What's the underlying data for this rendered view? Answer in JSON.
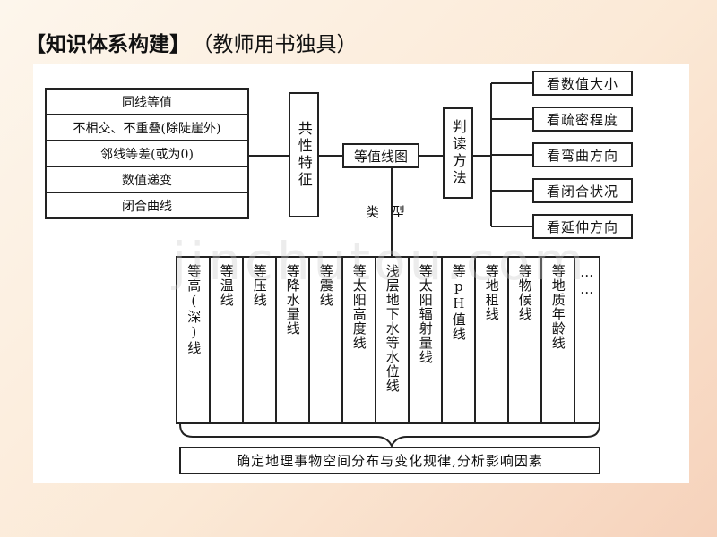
{
  "title": {
    "main": "【知识体系构建】",
    "sub": "（教师用书独具）"
  },
  "left_items": [
    "同线等值",
    "不相交、不重叠(除陡崖外)",
    "邻线等差(或为0)",
    "数值递变",
    "闭合曲线"
  ],
  "feature_box": "共性特征",
  "center_box": "等值线图",
  "method_box": "判读方法",
  "right_items": [
    "看数值大小",
    "看疏密程度",
    "看弯曲方向",
    "看闭合状况",
    "看延伸方向"
  ],
  "type_label": "类型",
  "types": [
    "等高(深)线",
    "等温线",
    "等压线",
    "等降水量线",
    "等震线",
    "等太阳高度线",
    "浅层地下水等水位线",
    "等太阳辐射量线",
    "等pH值线",
    "等地租线",
    "等物候线",
    "等地质年龄线",
    "……"
  ],
  "bottom_box": "确定地理事物空间分布与变化规律,分析影响因素",
  "watermark": "jinchutou.com"
}
